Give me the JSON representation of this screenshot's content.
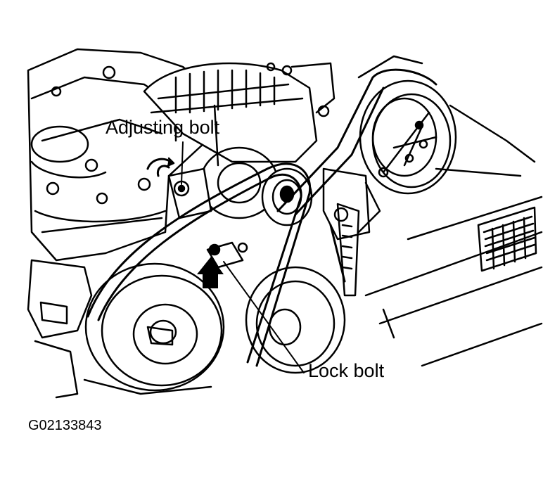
{
  "labels": {
    "adjusting_bolt": "Adjusting bolt",
    "lock_bolt": "Lock bolt"
  },
  "figure_code": "G02133843"
}
